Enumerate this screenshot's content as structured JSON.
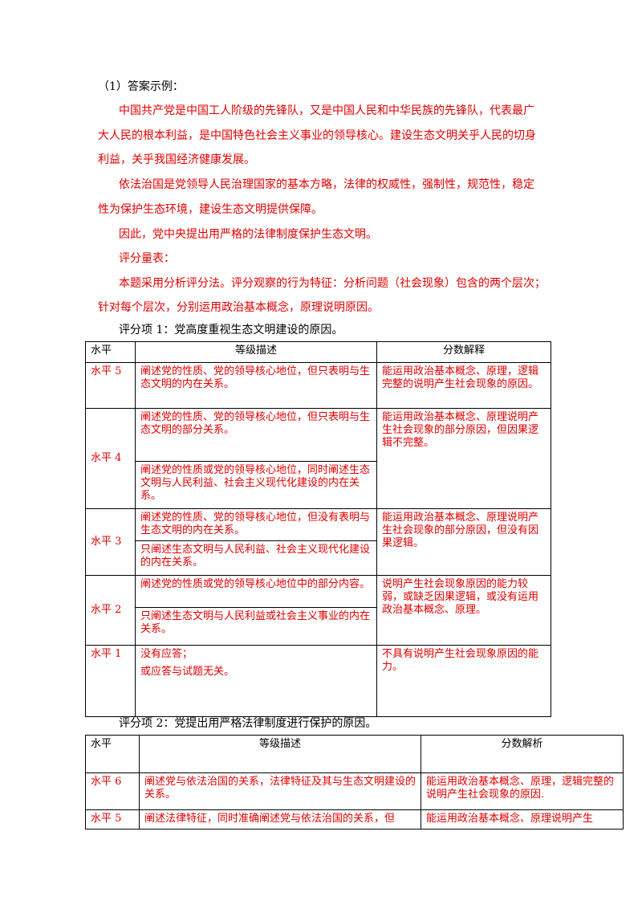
{
  "section1": {
    "heading": "（1）答案示例：",
    "lines": [
      "中国共产党是中国工人阶级的先锋队，又是中国人民和中华民族的先锋队，代表最广",
      "大人民的根本利益，是中国特色社会主义事业的领导核心。建设生态文明关乎人民的切身",
      "利益，关乎我国经济健康发展。",
      "依法治国是党领导人民治理国家的基本方略，法律的权威性，强制性，规范性，稳定",
      "性为保护生态环境，建设生态文明提供保障。",
      "因此，党中央提出用严格的法律制度保护生态文明。",
      "评分量表：",
      "本题采用分析评分法。评分观察的行为特征：分析问题（社会现象）包含的两个层次；",
      "针对每个层次，分别运用政治基本概念，原理说明原因。"
    ]
  },
  "table1": {
    "caption": "评分项 1：党高度重视生态文明建设的原因。",
    "headers": [
      "水平",
      "等级描述",
      "分数解释"
    ],
    "rows": [
      {
        "level": "水平 5",
        "desc": [
          "阐述党的性质、党的领导核心地位，但只表明与生态文明的内在关系。"
        ],
        "score": "能运用政治基本概念、原理，逻辑完整的说明产生社会现象的原因。"
      },
      {
        "level": "水平 4",
        "desc": [
          "阐述党的性质、党的领导核心地位，但只表明与生态文明的部分关系。",
          "阐述党的性质或党的领导核心地位，同时阐述生态文明与人民利益、社会主义现代化建设的内在关系。"
        ],
        "score": "能运用政治基本概念、原理说明产生社会现象的部分原因，但因果逻辑不完整。"
      },
      {
        "level": "水平 3",
        "desc": [
          "阐述党的性质、党的领导核心地位，但没有表明与生态文明的内在关系。",
          "只阐述生态文明与人民利益、社会主义现代化建设的内在关系。"
        ],
        "score": "能运用政治基本概念、原理说明产生社会现象的部分原因，但没有因果逻辑。"
      },
      {
        "level": "水平 2",
        "desc": [
          "阐述党的性质或党的领导核心地位中的部分内容。",
          "只阐述生态文明与人民利益或社会主义事业的内在关系。"
        ],
        "score": "说明产生社会现象原因的能力较弱，或缺乏因果逻辑，或没有运用政治基本概念、原理。"
      },
      {
        "level": "水平 1",
        "desc": [
          "没有应答；",
          "或应答与试题无关。"
        ],
        "score": "不具有说明产生社会现象原因的能力。"
      }
    ]
  },
  "table2": {
    "caption": "评分项 2：党提出用严格法律制度进行保护的原因。",
    "headers": [
      "水平",
      "等级描述",
      "分数解析"
    ],
    "rows": [
      {
        "level": "水平 6",
        "desc": "阐述党与依法治国的关系，法律特征及其与生态文明建设的关系。",
        "score": "能运用政治基本概念、原理，逻辑完整的说明产生社会现象的原因."
      },
      {
        "level": "水平 5",
        "desc": "阐述法律特征，同时准确阐述党与依法治国的关系，但",
        "score": "能运用政治基本概念、原理说明产生"
      }
    ]
  }
}
